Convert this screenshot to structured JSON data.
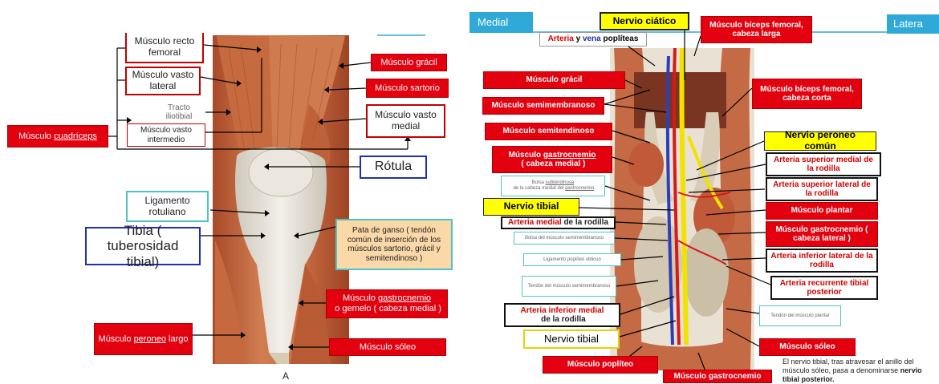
{
  "left_panel": {
    "caption": "A",
    "labels": {
      "recto_femoral": "Músculo recto femoral",
      "vasto_lateral": "Músculo vasto lateral",
      "tracto": "Tracto iliotibial",
      "vasto_intermedio": "Músculo vasto intermedio",
      "cuadriceps_prefix": "Músculo ",
      "cuadriceps_word": "cuadríceps",
      "gracil": "Músculo grácil",
      "sartorio": "Músculo sartorio",
      "vasto_medial": "Músculo vasto medial",
      "rotula": "Rótula",
      "lig_rotuliano": "Ligamento rotuliano",
      "tibia": "Tibia ( tuberosidad tibial)",
      "pata_ganso": "Pata de ganso ( tendón común de inserción de los músculos sartorio, grácil y semitendinoso )",
      "gastro_prefix": "Músculo ",
      "gastro_word": "gastrocnemio",
      "gastro_suffix": " o gemelo ( cabeza medial )",
      "peroneo_prefix": "Músculo ",
      "peroneo_word": "peroneo",
      "peroneo_suffix": " largo",
      "soleo": "Músculo sóleo"
    }
  },
  "right_panel": {
    "header_left": "Medial",
    "header_right": "Latera",
    "labels": {
      "ciatico": "Nervio ciático",
      "arteria_word": "Arteria",
      "y_word": " y ",
      "vena_word": "vena",
      "popliteas": " poplíteas",
      "biceps_larga": "Músculo bíceps femoral, cabeza larga",
      "gracil": "Músculo grácil",
      "semimembranoso": "Músculo semimembranoso",
      "biceps_corta": "Músculo bíceps femoral, cabeza corta",
      "semitendinoso": "Músculo semitendinoso",
      "peroneo_comun": "Nervio peroneo común",
      "gastro_medial_prefix": "Músculo ",
      "gastro_medial_word": "gastrocnemio",
      "gastro_medial_suffix": " ( cabeza medial )",
      "art_sup_medial": "Arteria superior medial de la rodilla",
      "bolsa_sub_prefix": "Bolsa ",
      "bolsa_sub_word": "subtendinosa",
      "bolsa_sub_mid": " de la cabeza medial del ",
      "bolsa_sub_word2": "gastrocnemio",
      "art_sup_lateral": "Arteria superior lateral de la rodilla",
      "nervio_tibial_top": "Nervio tibial",
      "art_medial_red": "Arteria medial",
      "art_medial_black": " de la rodilla",
      "plantar": "Músculo plantar",
      "bolsa_semimemb": "Bolsa del músculo semimembranoso",
      "gastro_lateral": "Músculo gastrocnemio ( cabeza lateral )",
      "lig_popliteo": "Ligamento poplíteo oblicuo",
      "art_inf_lateral": "Arteria inferior lateral de la rodilla",
      "tendon_semimemb": "Tendón del músculo semimembranoso",
      "art_recurrente": "Arteria recurrente tibial posterior",
      "art_inf_medial_red": "Arteria inferior medial",
      "art_inf_medial_black": " de la rodilla",
      "tendon_plantar": "Tendón del músculo plantar",
      "nervio_tibial_bottom": "Nervio tibial",
      "soleo": "Músculo sóleo",
      "popliteo": "Músculo poplíteo",
      "gastro_bottom": "Músculo gastrocnemio",
      "note_text": "El nervio tibial, tras atravesar el anillo del músculo sóleo, pasa a denominarse ",
      "note_bold": "nervio tibial posterior."
    }
  },
  "colors": {
    "label_red": "#e3000f",
    "label_yellow": "#ffff00",
    "header_teal": "#2fa9d8",
    "muscle": "#c9673f",
    "tendon": "#e9e4da",
    "peach": "#fbd8a8"
  }
}
